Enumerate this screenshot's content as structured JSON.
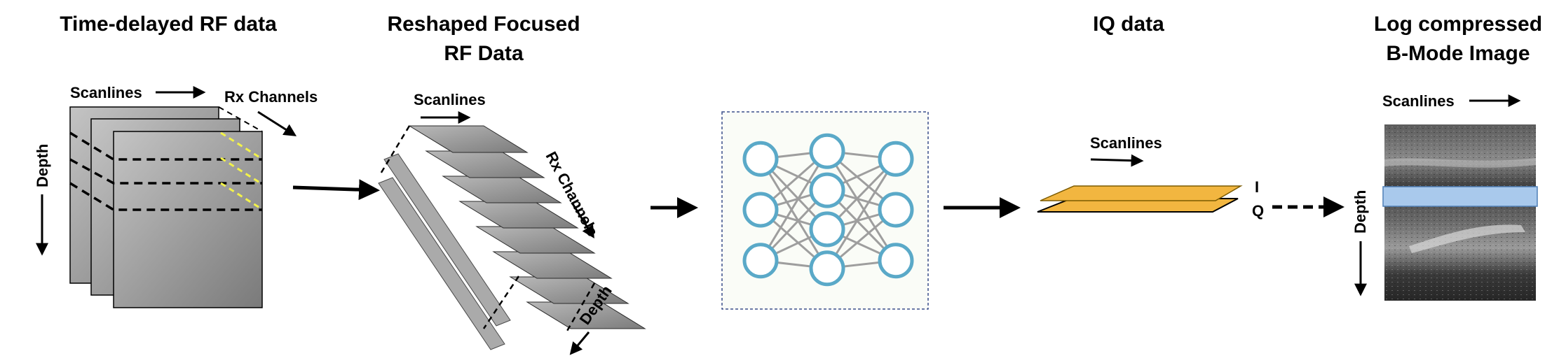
{
  "sections": {
    "time_delayed": {
      "title": "Time-delayed RF data",
      "scanlines_label": "Scanlines",
      "rx_label": "Rx Channels",
      "depth_label": "Depth"
    },
    "reshaped": {
      "title_line1": "Reshaped Focused",
      "title_line2": "RF Data",
      "scanlines_label": "Scanlines",
      "rx_label": "Rx Channels",
      "depth_label": "Depth"
    },
    "network": {
      "layers": [
        3,
        4,
        3
      ]
    },
    "iq": {
      "title": "IQ data",
      "scanlines_label": "Scanlines",
      "i_label": "I",
      "q_label": "Q"
    },
    "bmode": {
      "title_line1": "Log compressed",
      "title_line2": "B-Mode Image",
      "scanlines_label": "Scanlines",
      "depth_label": "Depth"
    }
  },
  "colors": {
    "slab_gray": "#8c8c8c",
    "yellow_dash": "#f2f24a",
    "node_stroke": "#5aa9c8",
    "edge_gray": "#9e9e9e",
    "iq_plane": "#f2b640",
    "highlight_band": "#a9c9ec"
  }
}
